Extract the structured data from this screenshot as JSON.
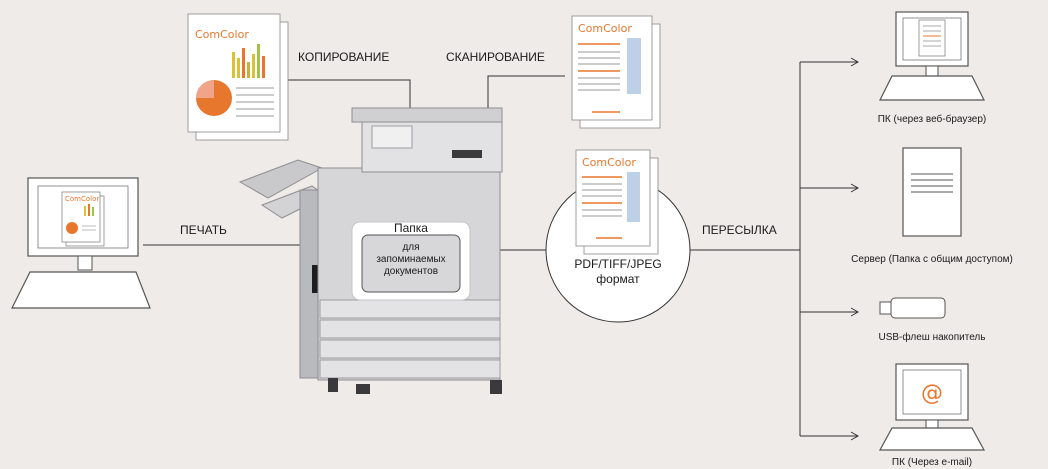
{
  "brand": "ComColor",
  "labels": {
    "copy": "КОПИРОВАНИЕ",
    "scan": "СКАНИРОВАНИЕ",
    "print": "ПЕЧАТЬ",
    "forward": "ПЕРЕСЫЛКА",
    "folder_title": "Папка",
    "folder_line1": "для",
    "folder_line2": "запоминаемых",
    "folder_line3": "документов",
    "format_line1": "PDF/TIFF/JPEG",
    "format_line2": "формат"
  },
  "targets": [
    {
      "label": "ПК (через веб-браузер)"
    },
    {
      "label": "Сервер (Папка с общим доступом)"
    },
    {
      "label": "USB-флеш накопитель"
    },
    {
      "label": "ПК (Через e-mail)"
    }
  ],
  "email_symbol": "@",
  "colors": {
    "background": "#efebe8",
    "accent": "#e8772e",
    "chart_bars": [
      "#d8c23a",
      "#c6b43a",
      "#e8772e",
      "#a3c24a"
    ],
    "pie_main": "#e8772e",
    "pie_slice": "#f0a58a",
    "scan_blue": "#bcd0e8"
  }
}
